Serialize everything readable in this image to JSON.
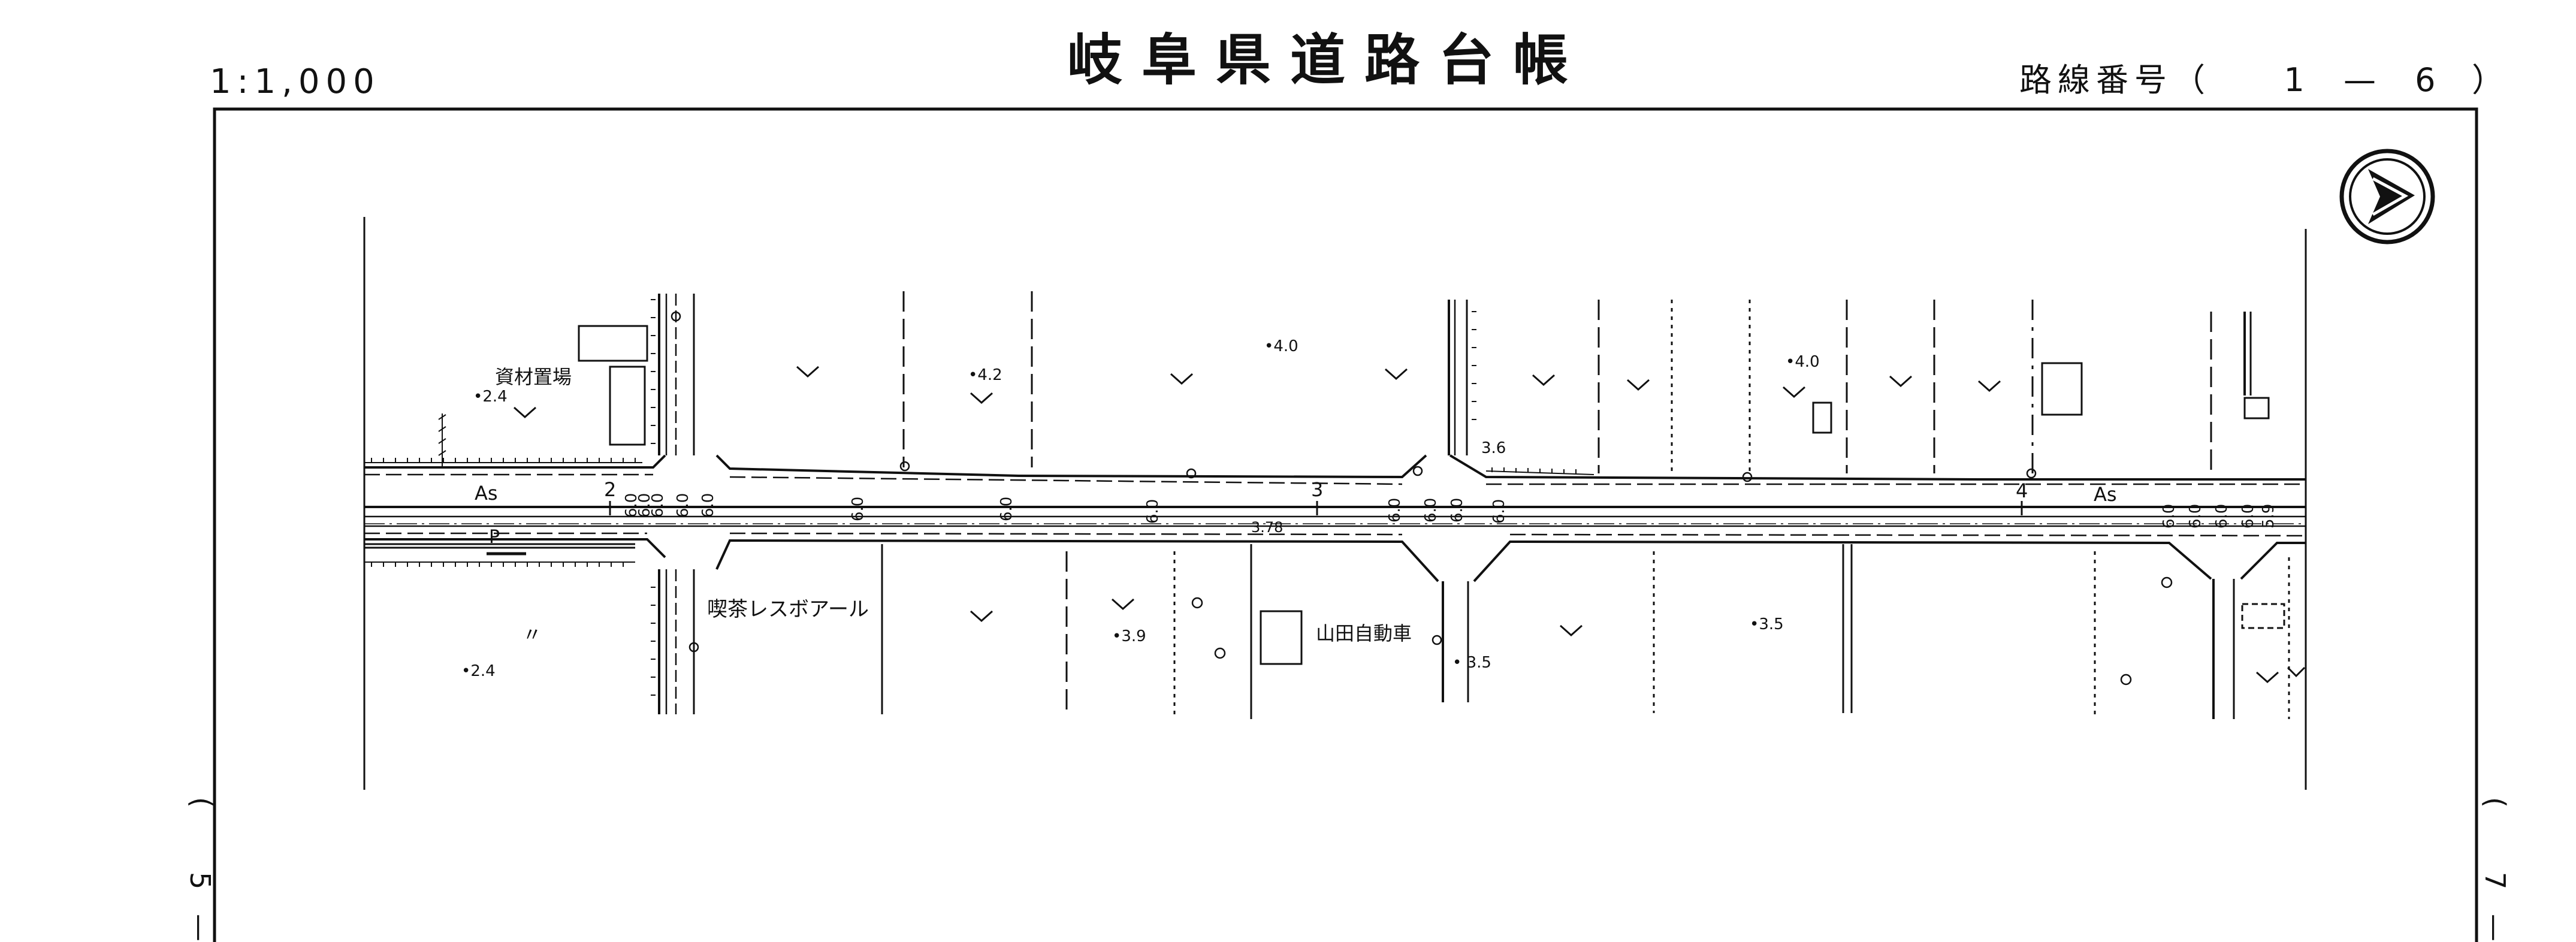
{
  "header": {
    "scale": "1:1,000",
    "title": "岐阜県道路台帳",
    "route_label": "路線番号（",
    "route_number": "1 — 6",
    "route_close": "）"
  },
  "sheet_edges": {
    "left": {
      "open": "(",
      "number": "5",
      "dash": "—"
    },
    "right": {
      "open": "(",
      "number": "7",
      "dash": "—"
    }
  },
  "map": {
    "surface_left": "As",
    "surface_right": "As",
    "parking_mark": "P",
    "road_center_width": "3.78",
    "station_numbers": [
      "2",
      "3",
      "4"
    ],
    "width_labels": [
      "6.0",
      "6.0",
      "6.0",
      "6.0",
      "6.0",
      "6.0",
      "6.0",
      "6.0",
      "6.0",
      "6.0",
      "6.0",
      "6.0",
      "6.0",
      "6.0",
      "6.0",
      "6.0",
      "5.9"
    ],
    "place_labels": {
      "material_yard": "資材置場",
      "coffee_shop": "喫茶レスボアール",
      "yamada_motors": "山田自動車",
      "ditto_mark": "〃"
    },
    "spot_heights": [
      "2.4",
      "4.2",
      "4.0",
      "4.0",
      "3.6",
      "2.4",
      "3.9",
      "3.5",
      "3.5"
    ]
  },
  "north_arrow": {
    "icon": "north-arrow-icon"
  }
}
